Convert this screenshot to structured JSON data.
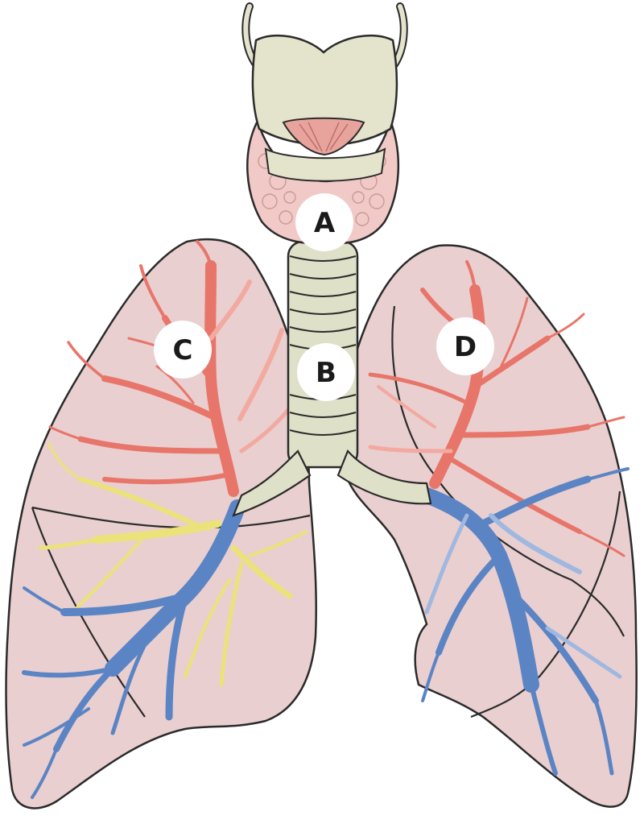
{
  "labels": {
    "a": "A",
    "b": "B",
    "c": "C",
    "d": "D"
  },
  "colors": {
    "lung_fill": "#e9cfcf",
    "lung_overlay": "#f3c5c5",
    "outline": "#2b2b2b",
    "thyroid": "#f1c9c6",
    "cartilage": "#e4e3cc",
    "trachea": "#dfe0c8",
    "artery": "#e8756a",
    "artery_light": "#f2a9a0",
    "vein": "#5b84c4",
    "vein_light": "#9fb8e0",
    "bronchiole_yellow": "#ece27a"
  }
}
